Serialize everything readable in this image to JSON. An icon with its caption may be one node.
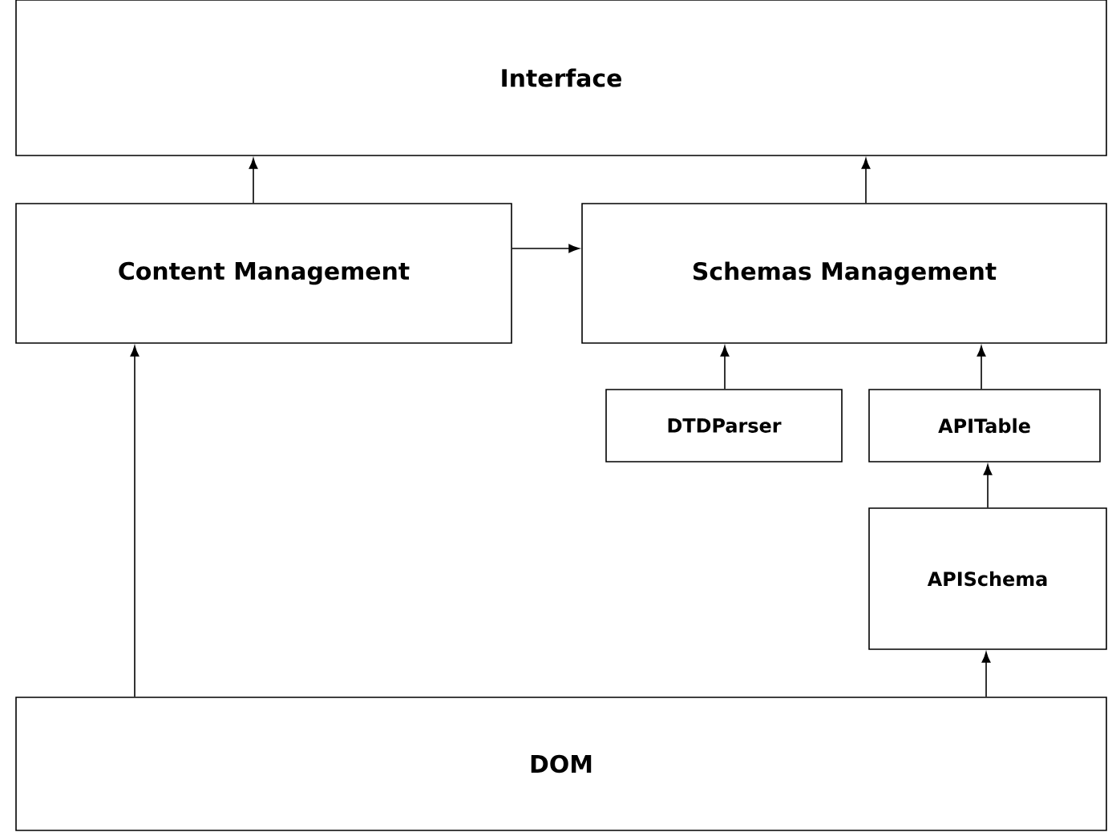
{
  "diagram": {
    "nodes": [
      {
        "text": [
          "Interface"
        ]
      },
      {
        "text": [
          "Content Management"
        ]
      },
      {
        "text": [
          "Schemas Management"
        ]
      },
      {
        "text": [
          "DTDParser"
        ]
      },
      {
        "text": [
          "APITable"
        ]
      },
      {
        "text": [
          "APISchema"
        ]
      },
      {
        "text": [
          "DOM"
        ]
      }
    ],
    "edges": [
      {
        "from": 1,
        "to": 0,
        "arrow": "to"
      },
      {
        "from": 2,
        "to": 0,
        "arrow": "to"
      },
      {
        "from": 1,
        "to": 2,
        "arrow": "to"
      },
      {
        "from": 3,
        "to": 2,
        "arrow": "to"
      },
      {
        "from": 4,
        "to": 2,
        "arrow": "to"
      },
      {
        "from": 5,
        "to": 4,
        "arrow": "to"
      },
      {
        "from": 6,
        "to": 1,
        "arrow": "to"
      },
      {
        "from": 6,
        "to": 5,
        "arrow": "to"
      }
    ]
  }
}
